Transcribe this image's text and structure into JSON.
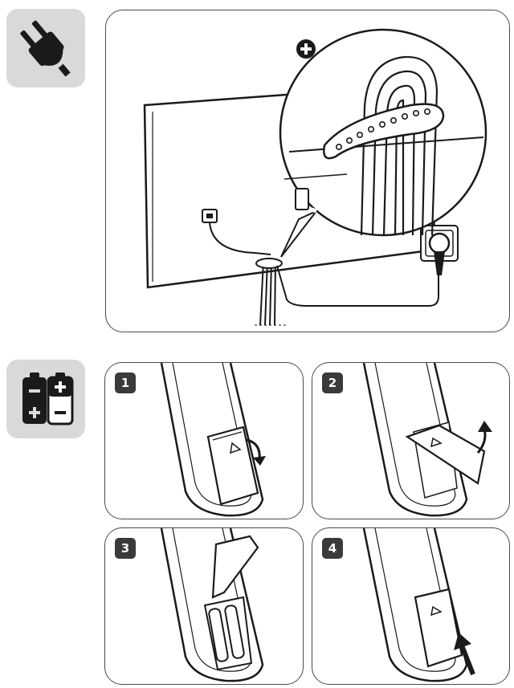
{
  "sections": {
    "cable_management": {
      "icon": "power-plug-icon",
      "magnify_symbol": "plus-icon"
    },
    "battery_install": {
      "icon": "battery-icon",
      "steps": [
        {
          "number": "1"
        },
        {
          "number": "2"
        },
        {
          "number": "3"
        },
        {
          "number": "4"
        }
      ]
    }
  },
  "colors": {
    "tile_bg": "#d9d9d9",
    "ink": "#1a1a1a",
    "badge_bg": "#3a3a3a"
  }
}
